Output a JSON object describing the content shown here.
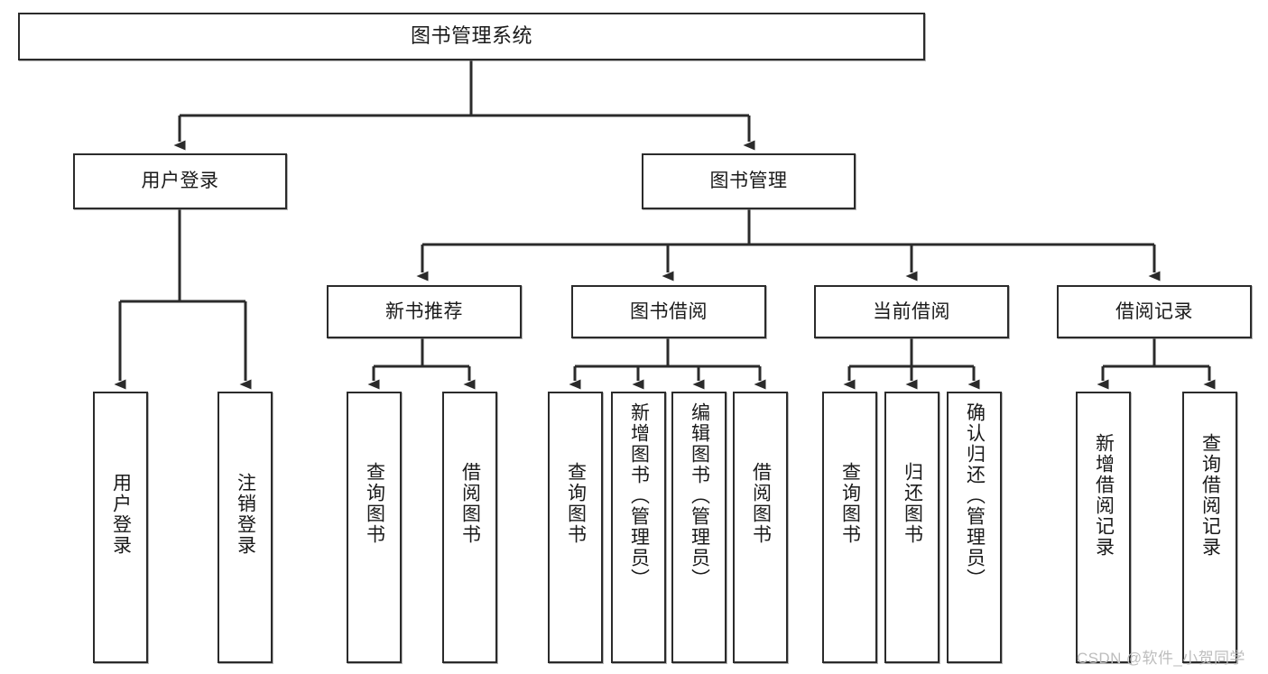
{
  "diagram": {
    "title_text": "图书管理系统",
    "type": "hierarchy-tree",
    "line_color": "#2b2b2b",
    "box_fill": "#ffffff",
    "text_color": "#1a1a1a",
    "root": {
      "id": "root",
      "label": "图书管理系统"
    },
    "level1": [
      {
        "id": "user-login",
        "label": "用户登录"
      },
      {
        "id": "book-manage",
        "label": "图书管理"
      }
    ],
    "level2": [
      {
        "id": "new-book-recommend",
        "label": "新书推荐",
        "parent": "book-manage"
      },
      {
        "id": "book-borrow",
        "label": "图书借阅",
        "parent": "book-manage"
      },
      {
        "id": "current-borrow",
        "label": "当前借阅",
        "parent": "book-manage"
      },
      {
        "id": "borrow-record",
        "label": "借阅记录",
        "parent": "book-manage"
      }
    ],
    "leaves": [
      {
        "id": "leaf-user-login",
        "label": "用户登录",
        "parent": "user-login"
      },
      {
        "id": "leaf-logout",
        "label": "注销登录",
        "parent": "user-login"
      },
      {
        "id": "leaf-query-book-1",
        "label": "查询图书",
        "parent": "new-book-recommend"
      },
      {
        "id": "leaf-borrow-book-1",
        "label": "借阅图书",
        "parent": "new-book-recommend"
      },
      {
        "id": "leaf-query-book-2",
        "label": "查询图书",
        "parent": "book-borrow"
      },
      {
        "id": "leaf-add-book",
        "label": "新增图书（管理员）",
        "parent": "book-borrow"
      },
      {
        "id": "leaf-edit-book",
        "label": "编辑图书（管理员）",
        "parent": "book-borrow"
      },
      {
        "id": "leaf-borrow-book-2",
        "label": "借阅图书",
        "parent": "book-borrow"
      },
      {
        "id": "leaf-query-book-3",
        "label": "查询图书",
        "parent": "current-borrow"
      },
      {
        "id": "leaf-return-book",
        "label": "归还图书",
        "parent": "current-borrow"
      },
      {
        "id": "leaf-confirm-return",
        "label": "确认归还（管理员）",
        "parent": "current-borrow"
      },
      {
        "id": "leaf-add-record",
        "label": "新增借阅记录",
        "parent": "borrow-record"
      },
      {
        "id": "leaf-query-record",
        "label": "查询借阅记录",
        "parent": "borrow-record"
      }
    ]
  },
  "watermark": {
    "text": "CSDN @软件_小贺同学"
  }
}
